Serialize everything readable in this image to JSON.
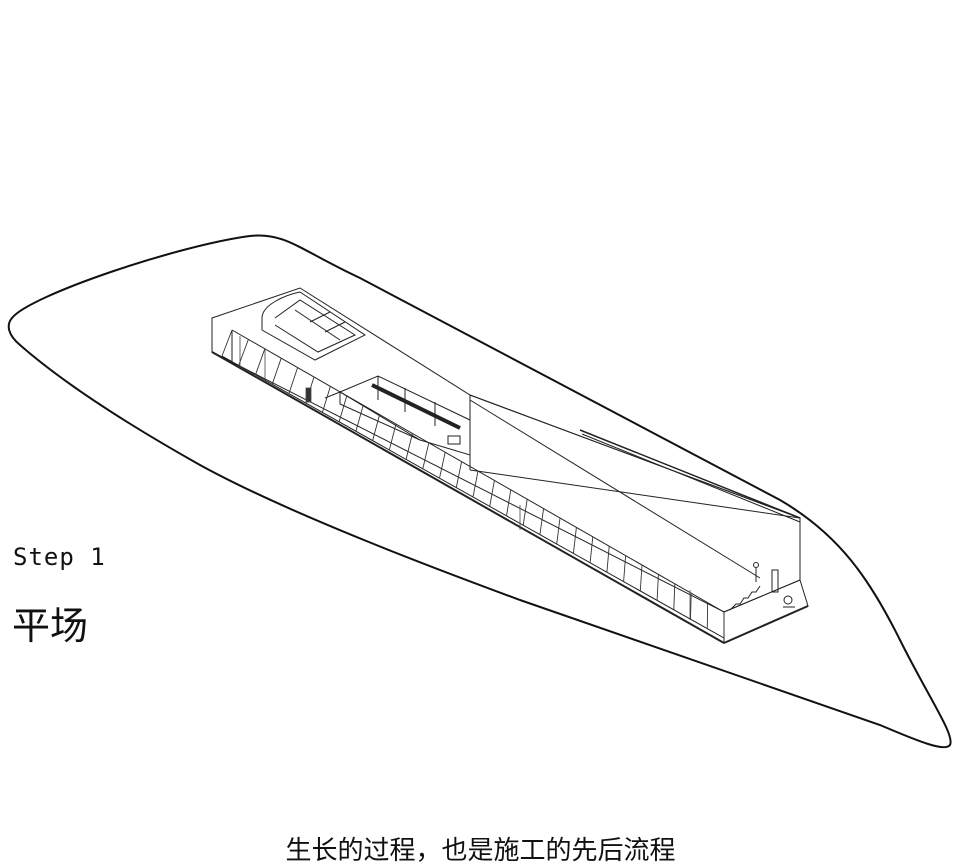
{
  "step": {
    "label": "Step 1",
    "title": "平场"
  },
  "caption": "生长的过程，也是施工的先后流程",
  "colors": {
    "line": "#111111",
    "background": "#ffffff"
  }
}
